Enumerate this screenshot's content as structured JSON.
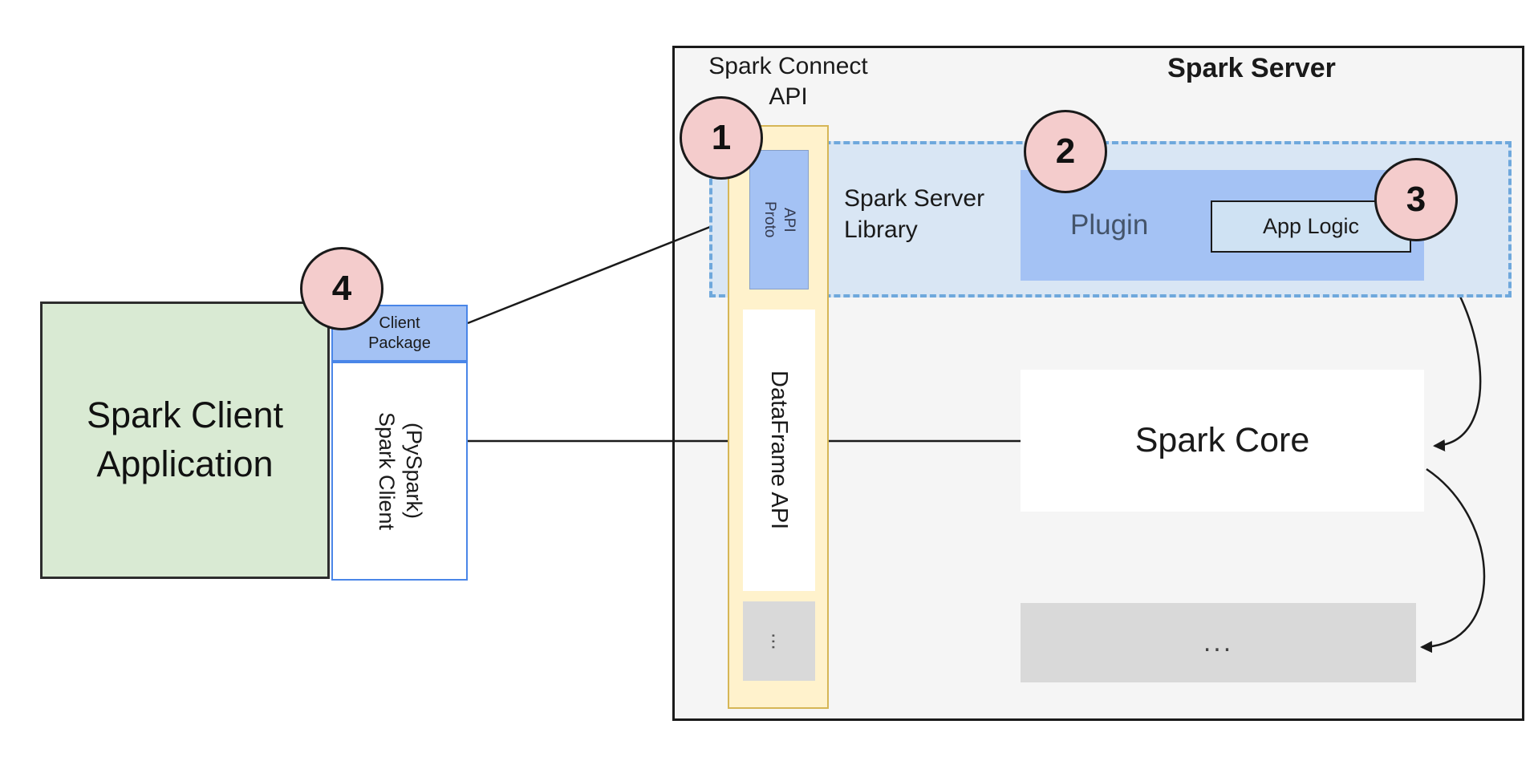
{
  "colors": {
    "client_app_fill": "#d9ead3",
    "blue_fill": "#a4c2f4",
    "light_blue_fill": "#cfe2f3",
    "dashed_region_fill": "#d9e6f4",
    "dashed_border": "#6fa8dc",
    "column_fill": "#fff2cc",
    "gray_fill": "#d9d9d9",
    "badge_fill": "#f4cccc",
    "server_fill": "#f5f5f5",
    "client_border": "#4a86e8"
  },
  "client_app": {
    "line1": "Spark Client",
    "line2": "Application"
  },
  "client_package": {
    "line1": "Client",
    "line2": "Package"
  },
  "pyspark": {
    "line1": "Spark Client",
    "line2": "(PySpark)"
  },
  "server": {
    "title": "Spark Server",
    "connect_api": {
      "line1": "Spark Connect",
      "line2": "API"
    },
    "proto": {
      "line1": "Proto",
      "line2": "API"
    },
    "dataframe_api": "DataFrame API",
    "column_more": "...",
    "library": {
      "line1": "Spark Server",
      "line2": "Library"
    },
    "plugin": "Plugin",
    "app_logic": "App Logic",
    "core": "Spark Core",
    "more": "..."
  },
  "badges": [
    "1",
    "2",
    "3",
    "4"
  ]
}
